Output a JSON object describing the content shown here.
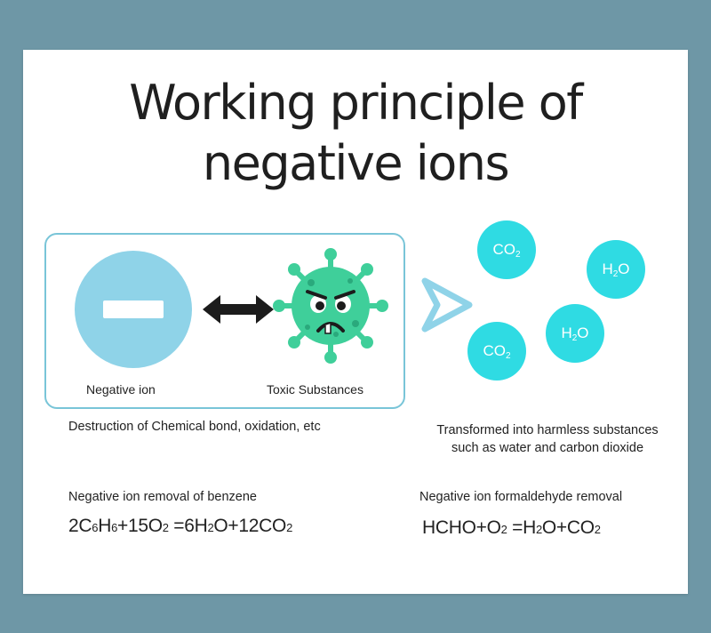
{
  "title": {
    "line1": "Working principle of",
    "line2": "negative ions"
  },
  "diagram": {
    "negative_ion_label": "Negative ion",
    "toxic_label": "Toxic Substances",
    "left_caption": "Destruction of Chemical bond, oxidation, etc",
    "right_caption_line1": "Transformed into harmless substances",
    "right_caption_line2": "such as water and carbon dioxide",
    "molecules": [
      {
        "text": "CO",
        "sub": "2"
      },
      {
        "text": "H",
        "sub": "2",
        "tail": "O"
      },
      {
        "text": "H",
        "sub": "2",
        "tail": "O"
      },
      {
        "text": "CO",
        "sub": "2"
      }
    ],
    "colors": {
      "negative_ion": "#8fd3e8",
      "virus": "#3fcf9a",
      "molecule": "#2fdbe3",
      "box_border": "#79c5d8"
    }
  },
  "reactions": {
    "benzene_title": "Negative ion removal of benzene",
    "benzene_eq": {
      "p1": "2C",
      "s1": "6",
      "p2": "H",
      "s2": "6",
      "p3": "+15O",
      "s3": "2",
      "p4": " =6H",
      "s4": "2",
      "p5": "O+12CO",
      "s5": "2"
    },
    "formaldehyde_title": "Negative ion formaldehyde removal",
    "formaldehyde_eq": {
      "p1": "HCHO+O",
      "s1": "2",
      "p2": " =H",
      "s2": "2",
      "p3": "O+CO",
      "s3": "2"
    }
  }
}
